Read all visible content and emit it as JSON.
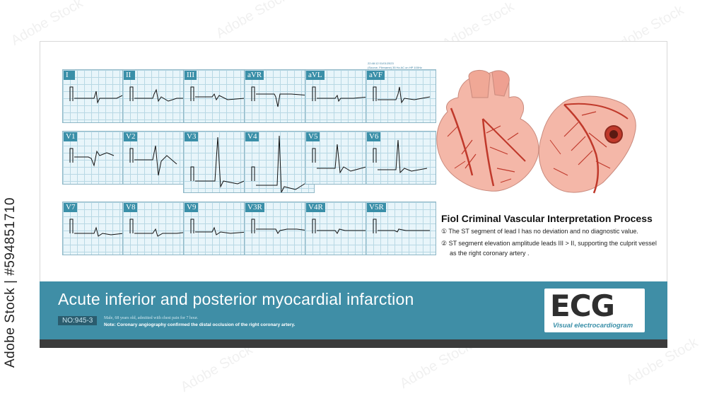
{
  "stock_id": "Adobe Stock | #594851710",
  "watermark": "Adobe Stock",
  "leads": [
    {
      "label": "I"
    },
    {
      "label": "II"
    },
    {
      "label": "III"
    },
    {
      "label": "aVR"
    },
    {
      "label": "aVL"
    },
    {
      "label": "aVF"
    },
    {
      "label": "V1"
    },
    {
      "label": "V2"
    },
    {
      "label": "V3"
    },
    {
      "label": "V4"
    },
    {
      "label": "V5"
    },
    {
      "label": "V6"
    },
    {
      "label": "V7"
    },
    {
      "label": "V8"
    },
    {
      "label": "V9"
    },
    {
      "label": "V3R"
    },
    {
      "label": "V4R"
    },
    {
      "label": "V5R"
    }
  ],
  "device_info": {
    "line1": "22:48:12 01/01/2023",
    "line2": "(Source, Filename) 35 Hz AC on HP 100Hz"
  },
  "interpretation": {
    "title": "Fiol Criminal Vascular Interpretation Process",
    "point1": "① The ST segment of lead I has no deviation and no diagnostic value.",
    "point2": "② ST segment elevation amplitude leads III > II, supporting the culprit vessel",
    "point2_cont": "as the right coronary artery ."
  },
  "banner": {
    "title": "Acute inferior and posterior myocardial infarction",
    "case_no": "NO:945-3",
    "patient": "Male, 68 years old, admitted with chest pain for 7 hour.",
    "note": "Note: Coronary angiography confirmed the distal occlusion of the right coronary artery."
  },
  "logo": {
    "letters": "ECG",
    "subtitle": "Visual electrocardiogram"
  },
  "colors": {
    "banner": "#3f8ea6",
    "grid_bg": "#e8f5fa",
    "grid_line": "#b8d8e4",
    "heart": "#f4b7a8",
    "artery": "#c0392b"
  }
}
